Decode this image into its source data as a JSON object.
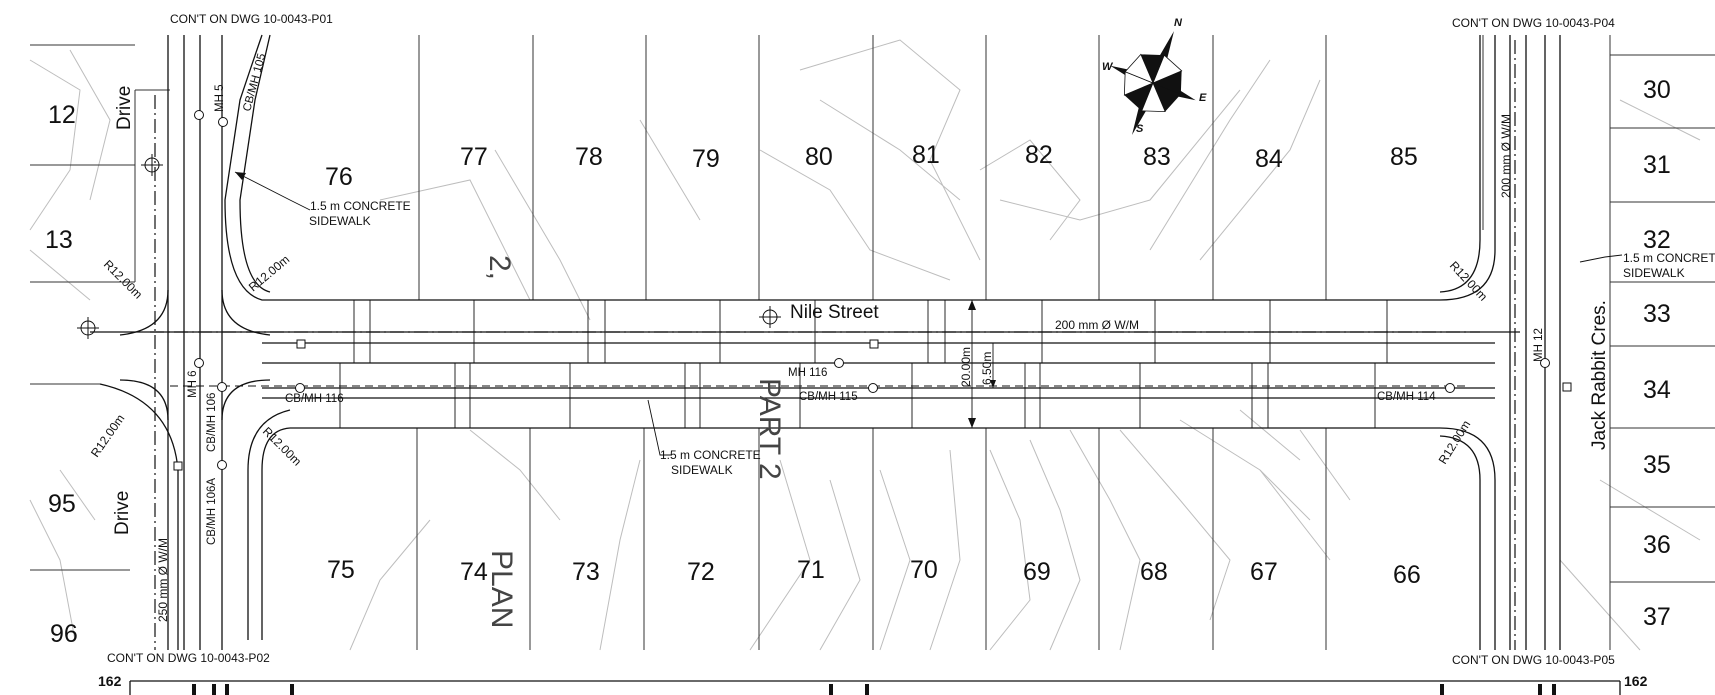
{
  "drawing": {
    "cont_refs": {
      "top_left": "CON'T ON DWG 10-0043-P01",
      "top_right": "CON'T ON DWG 10-0043-P04",
      "bottom_left": "CON'T ON DWG 10-0043-P02",
      "bottom_right": "CON'T ON DWG 10-0043-P05"
    },
    "streets": {
      "main": "Nile Street",
      "west_upper": "Drive",
      "west_lower": "Drive",
      "east": "Jack Rabbit Cres."
    },
    "lots_north": [
      "76",
      "77",
      "78",
      "79",
      "80",
      "81",
      "82",
      "83",
      "84",
      "85"
    ],
    "lots_south": [
      "75",
      "74",
      "73",
      "72",
      "71",
      "70",
      "69",
      "68",
      "67",
      "66"
    ],
    "lots_west": [
      "12",
      "13",
      "95",
      "96"
    ],
    "lots_east": [
      "30",
      "31",
      "32",
      "33",
      "34",
      "35",
      "36",
      "37"
    ],
    "structures": {
      "mh5": "MH 5",
      "cbmh105": "CB/MH 105",
      "mh6": "MH 6",
      "cbmh106": "CB/MH 106",
      "cbmh106a": "CB/MH 106A",
      "cbmh116": "CB/MH 116",
      "mh116": "MH 116",
      "cbmh115": "CB/MH 115",
      "cbmh114": "CB/MH 114",
      "mh12": "MH 12"
    },
    "radii": {
      "nw_west": "R12.00m",
      "nw_east": "R12.00m",
      "sw_west": "R12.00m",
      "sw_east": "R12.00m",
      "ne": "R12.00m",
      "se": "R12.00m"
    },
    "notes": {
      "sidewalk_nw": [
        "1.5 m CONCRETE",
        "SIDEWALK"
      ],
      "sidewalk_center": [
        "1.5 m CONCRETE",
        "SIDEWALK"
      ],
      "sidewalk_east": [
        "1.5 m CONCRETE",
        "SIDEWALK"
      ],
      "wm_main": "200 mm Ø W/M",
      "wm_east": "200 mm Ø W/M",
      "wm_west": "250 mm Ø W/M",
      "row_width": "20.00m",
      "road_width": "6.50m"
    },
    "part_label": "PART 2",
    "plan_label": "PLAN",
    "ghost_mark": "2,",
    "compass": {
      "n": "N",
      "s": "S",
      "e": "E",
      "w": "W"
    },
    "profile": {
      "elev_left": "162",
      "elev_right": "162"
    }
  }
}
